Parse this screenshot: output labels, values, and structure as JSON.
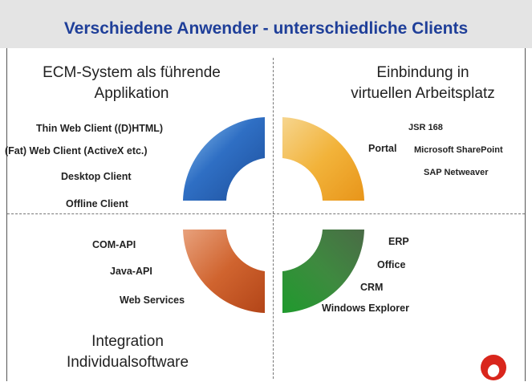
{
  "title": "Verschiedene Anwender - unterschiedliche Clients",
  "quadrants": {
    "top_left": {
      "title_line1": "ECM-System als führende",
      "title_line2": "Applikation",
      "items": [
        "Thin Web Client ((D)HTML)",
        "(Fat) Web Client (ActiveX etc.)",
        "Desktop Client",
        "Offline Client"
      ]
    },
    "top_right": {
      "title_line1": "Einbindung in",
      "title_line2": "virtuellen Arbeitsplatz",
      "portal": "Portal",
      "items": [
        "JSR 168",
        "Microsoft SharePoint",
        "SAP Netweaver"
      ]
    },
    "bottom_left": {
      "title_line1": "Integration",
      "title_line2": "Individualsoftware",
      "items": [
        "COM-API",
        "Java-API",
        "Web Services"
      ]
    },
    "bottom_right": {
      "items": [
        "ERP",
        "Office",
        "CRM",
        "Windows Explorer"
      ]
    }
  },
  "colors": {
    "title": "#1f3f99",
    "blue": "#2f6fc4",
    "orange": "#f0a623",
    "red": "#c95a2a",
    "green": "#2f8a3a"
  },
  "icons": {
    "logo": "red-circle-logo"
  }
}
